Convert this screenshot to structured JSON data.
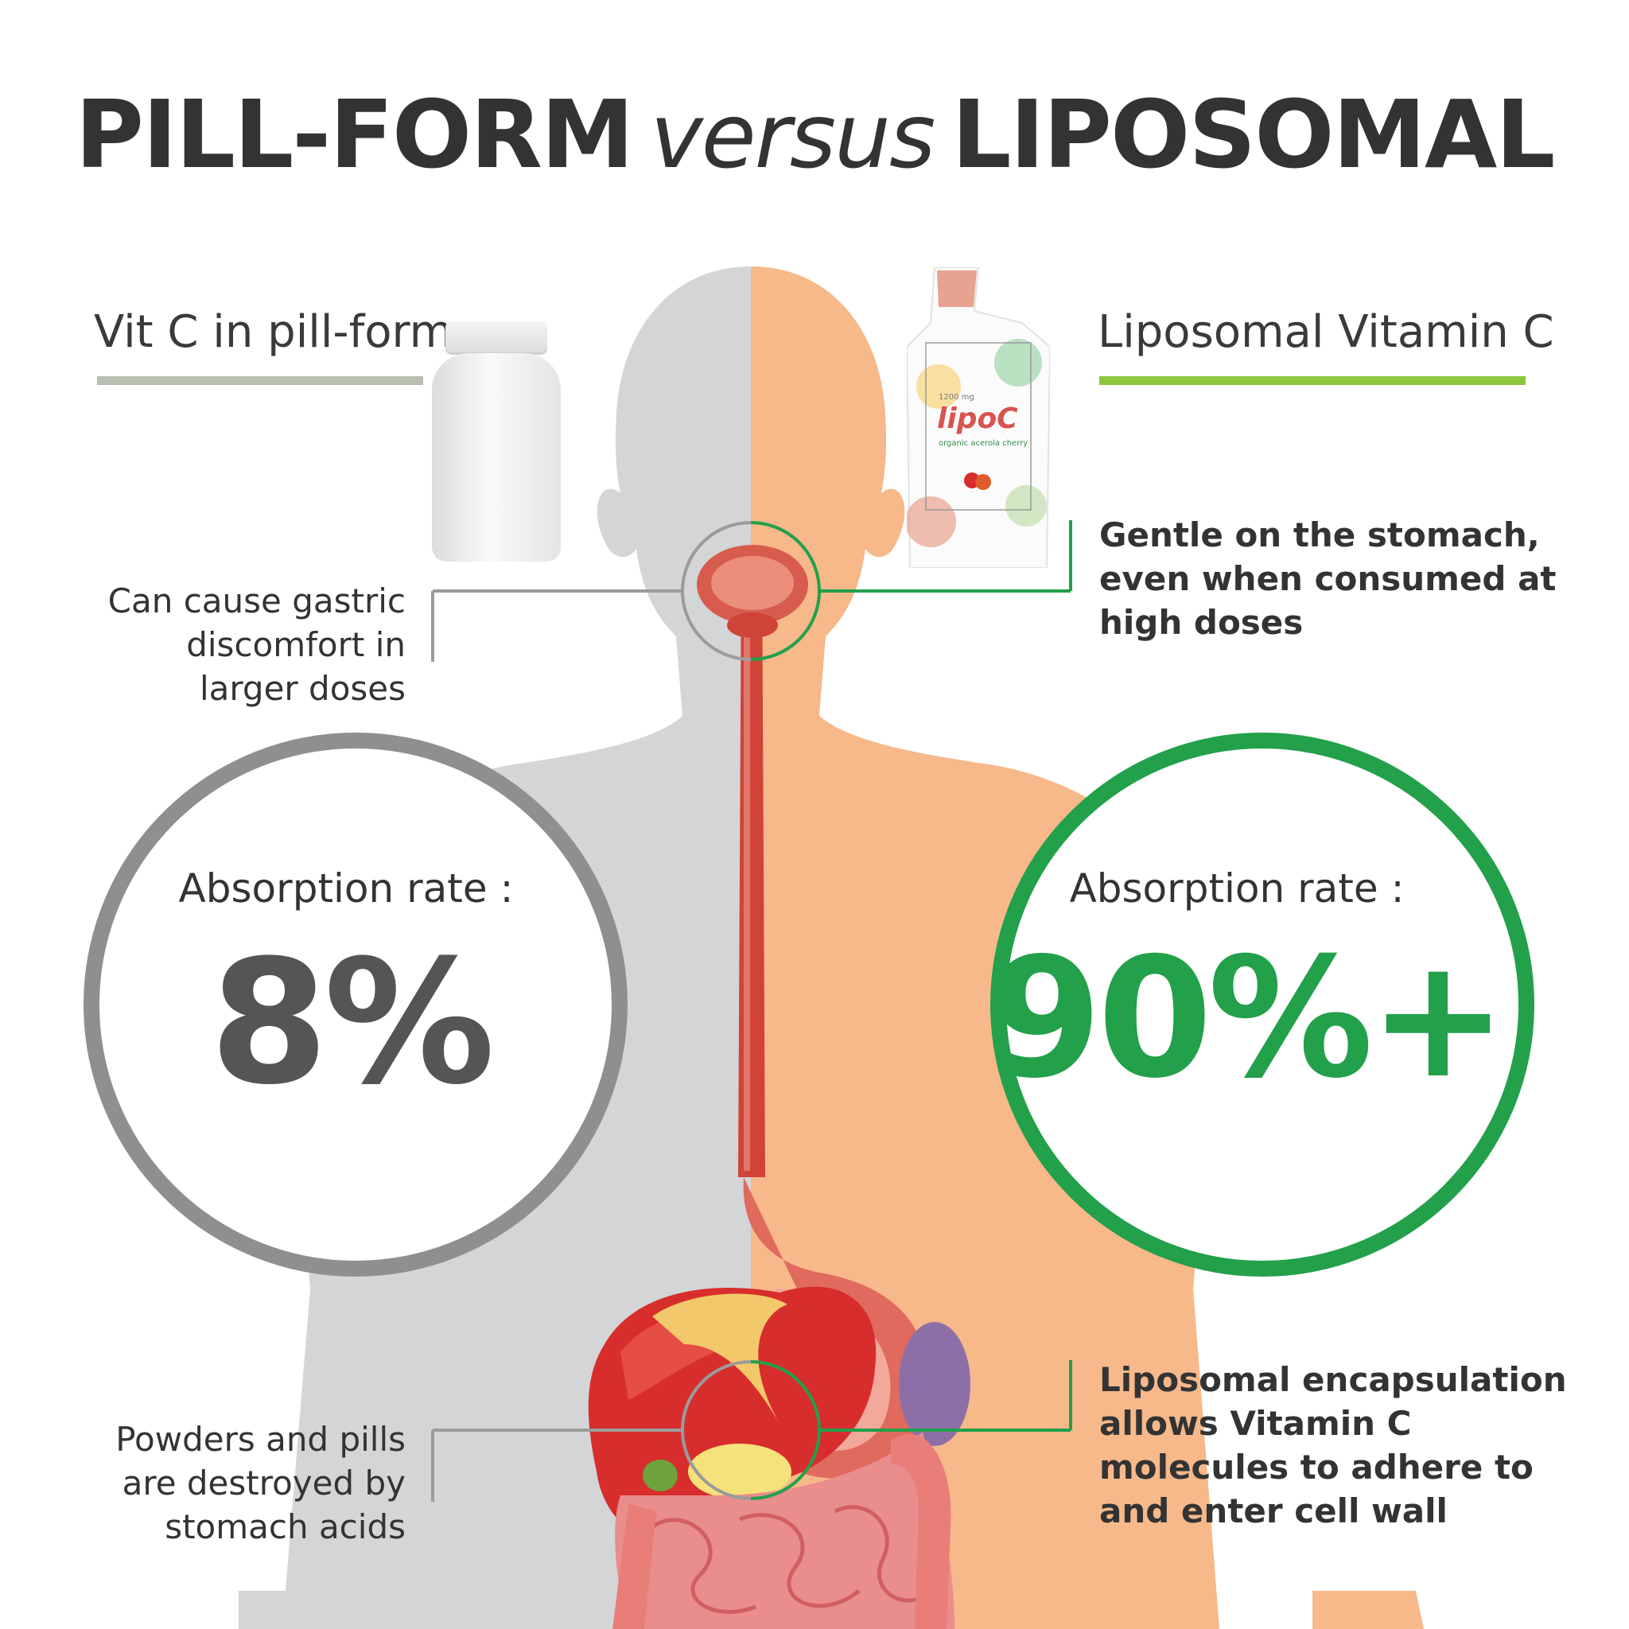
{
  "title": {
    "part1": "PILL-FORM",
    "part2": "versus",
    "part3": "LIPOSOMAL"
  },
  "left": {
    "heading": "Vit C in pill-form",
    "caption_top": "Can cause gastric discomfort in larger doses",
    "caption_bottom": "Powders and pills are destroyed by stomach acids",
    "absorption_label": "Absorption rate :",
    "absorption_value": "8%"
  },
  "right": {
    "heading": "Liposomal Vitamin C",
    "caption_top": "Gentle on the stomach, even when consumed at high doses",
    "caption_bottom": "Liposomal encapsulation allows Vitamin C molecules to adhere to and enter cell wall",
    "absorption_label": "Absorption rate :",
    "absorption_value": "90%+"
  },
  "product": {
    "brand": "lipoC",
    "dose": "1200 mg",
    "subtitle": "organic acerola cherry"
  },
  "colors": {
    "grey_half": "#d4d5d7",
    "skin_half": "#f7b88a",
    "green": "#22a04a",
    "light_green": "#8cc63f",
    "grey_ring": "#8e8f91",
    "sage_rule": "#b9bfae",
    "esophagus": "#cf4437"
  },
  "icons": [
    "pill-bottle-icon",
    "liposomal-sachet-icon",
    "digestive-system-icon",
    "human-silhouette-icon"
  ]
}
